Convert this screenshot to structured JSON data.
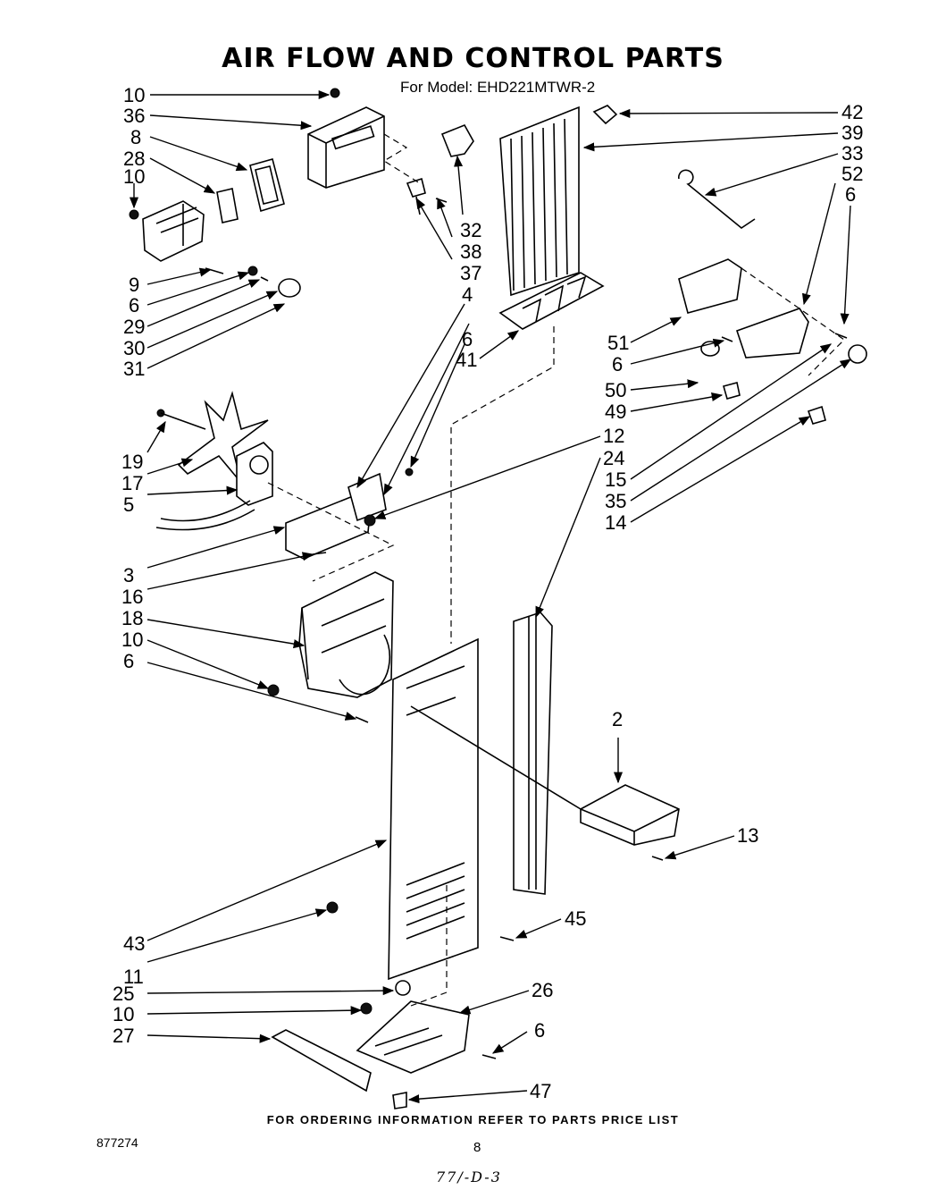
{
  "title": "AIR FLOW AND CONTROL PARTS",
  "subtitle": "For Model: EHD221MTWR-2",
  "footer_note": "FOR ORDERING INFORMATION REFER TO PARTS PRICE LIST",
  "doc_number": "877274",
  "page_number": "8",
  "handwritten_code": "77/-D-3",
  "callouts": {
    "left": [
      "10",
      "36",
      "8",
      "28",
      "10",
      "9",
      "6",
      "29",
      "30",
      "31",
      "19",
      "17",
      "5",
      "3",
      "16",
      "18",
      "10",
      "6",
      "43",
      "11",
      "25",
      "10",
      "27"
    ],
    "center": [
      "32",
      "38",
      "37",
      "4",
      "6",
      "41",
      "12",
      "24",
      "2",
      "13",
      "45",
      "26",
      "6",
      "47"
    ],
    "right": [
      "42",
      "39",
      "33",
      "52",
      "6",
      "51",
      "6",
      "50",
      "49",
      "15",
      "35",
      "14"
    ]
  }
}
